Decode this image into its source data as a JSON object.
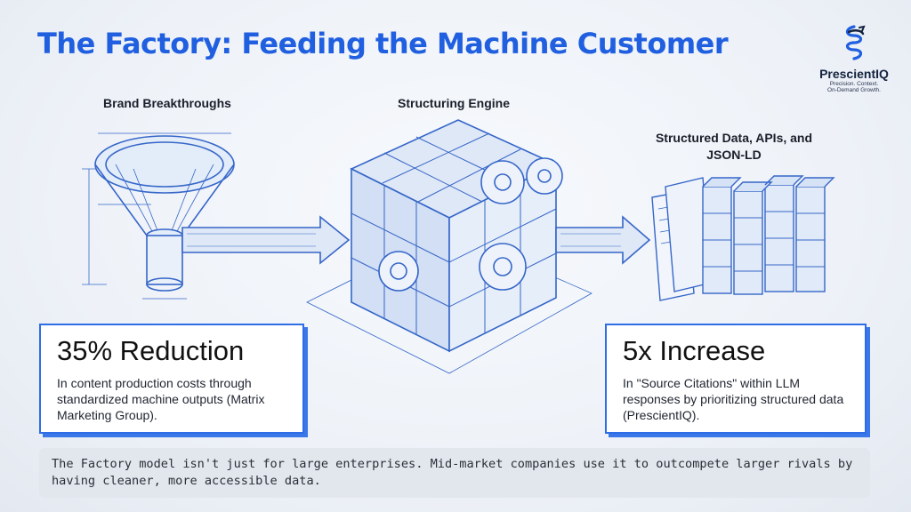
{
  "header": {
    "title": "The Factory: Feeding the Machine Customer"
  },
  "logo": {
    "name": "PrescientIQ",
    "tagline_line1": "Precision. Context.",
    "tagline_line2": "On-Demand Growth."
  },
  "stages": {
    "left_label": "Brand Breakthroughs",
    "middle_label": "Structuring Engine",
    "right_label": "Structured Data, APIs, and JSON-LD"
  },
  "stats": [
    {
      "value": "35% Reduction",
      "description": "In content production costs through standardized machine outputs (Matrix Marketing Group)."
    },
    {
      "value": "5x Increase",
      "description": "In \"Source Citations\" within LLM responses by prioritizing structured data (PrescientIQ)."
    }
  ],
  "footer": {
    "text": "The Factory model isn't just for large enterprises. Mid-market companies use it to outcompete larger rivals by having cleaner, more accessible data."
  },
  "colors": {
    "accent": "#1f5fe0",
    "line": "#3566c8",
    "fill": "#d9e5f7"
  }
}
